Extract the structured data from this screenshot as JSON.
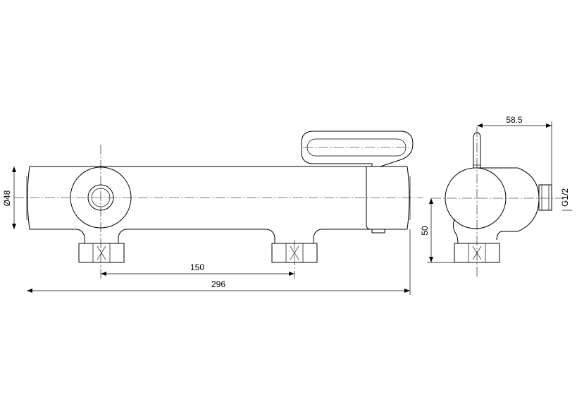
{
  "dimensions": {
    "diameter": "Ø48",
    "inlet_spacing": "150",
    "overall_length": "296",
    "height": "50",
    "depth": "58.5",
    "thread": "G1/2"
  },
  "colors": {
    "line": "#000000",
    "background": "#ffffff"
  }
}
